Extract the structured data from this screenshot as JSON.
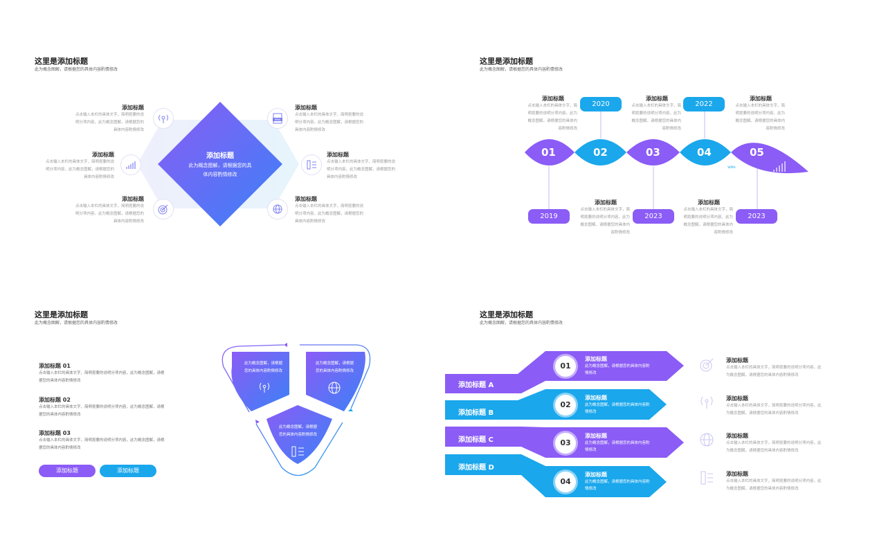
{
  "colors": {
    "purple": "#8b5cf6",
    "blue": "#1aa7ec",
    "violet_blue": "#6366f1",
    "light_text": "#9a9a9a"
  },
  "q1": {
    "title": "这里是添加标题",
    "subtitle": "此为概念图解，请根据您的具体内容酌情修改",
    "center": {
      "title": "添加标题",
      "text1": "此为概念图解，请根据您的具",
      "text2": "体内容酌情修改"
    },
    "items": [
      {
        "title": "添加标题",
        "icon": "antenna-icon",
        "lines": [
          "点击输入本栏的具体文字，简明扼要的说",
          "明分项内容，此为概念图解，请根据您的",
          "具体内容酌情修改"
        ]
      },
      {
        "title": "添加标题",
        "icon": "bar-chart-icon",
        "lines": [
          "点击输入本栏的具体文字，简明扼要的说",
          "明分项内容，此为概念图解，请根据您的",
          "具体内容酌情修改"
        ]
      },
      {
        "title": "添加标题",
        "icon": "target-icon",
        "lines": [
          "点击输入本栏的具体文字，简明扼要的说",
          "明分项内容，此为概念图解，请根据您的",
          "具体内容酌情修改"
        ]
      },
      {
        "title": "添加标题",
        "icon": "wma-file-icon",
        "lines": [
          "点击输入本栏的具体文字，简明扼要的说",
          "明分项内容，此为概念图解，请根据您的",
          "具体内容酌情修改"
        ]
      },
      {
        "title": "添加标题",
        "icon": "tower-icon",
        "lines": [
          "点击输入本栏的具体文字，简明扼要的说",
          "明分项内容，此为概念图解，请根据您的",
          "具体内容酌情修改"
        ]
      },
      {
        "title": "添加标题",
        "icon": "globe-icon",
        "lines": [
          "点击输入本栏的具体文字，简明扼要的说",
          "明分项内容，此为概念图解，请根据您的",
          "具体内容酌情修改"
        ]
      }
    ]
  },
  "q2": {
    "title": "这里是添加标题",
    "subtitle": "此为概念图解，请根据您的具体内容酌情修改",
    "numbers": [
      "01",
      "02",
      "03",
      "04",
      "05"
    ],
    "icons": [
      "antenna-icon",
      "target-icon",
      "globe-icon",
      "wma-file-icon",
      "bar-chart-icon"
    ],
    "years_top": [
      "2020",
      "2022"
    ],
    "years_bottom": [
      "2019",
      "2023",
      "2023"
    ],
    "text_title": "添加标题",
    "text_lines": [
      "点击输入本栏的具体文字，简",
      "明扼要的说明分项内容，此为",
      "概念图解，请根据您的具体内",
      "容酌情修改"
    ]
  },
  "q3": {
    "title": "这里是添加标题",
    "subtitle": "此为概念图解，请根据您的具体内容酌情修改",
    "items": [
      {
        "title": "添加标题 01",
        "lines": [
          "点击输入本栏的具体文字，简明扼要的说明分项内容，此为概念图解，请根",
          "据您的具体内容酌情修改"
        ]
      },
      {
        "title": "添加标题 02",
        "lines": [
          "点击输入本栏的具体文字，简明扼要的说明分项内容，此为概念图解，请根",
          "据您的具体内容酌情修改"
        ]
      },
      {
        "title": "添加标题 03",
        "lines": [
          "点击输入本栏的具体文字，简明扼要的说明分项内容，此为概念图解，请根",
          "据您的具体内容酌情修改"
        ]
      }
    ],
    "buttons": [
      "添加标题",
      "添加标题"
    ],
    "tri": {
      "left": [
        "此为概念图解，请根据",
        "您的具体内容酌情修改"
      ],
      "right": [
        "此为概念图解，请根据",
        "您的具体内容酌情修改"
      ],
      "bottom": [
        "此为概念图解，请根据",
        "您的具体内容酌情修改"
      ]
    }
  },
  "q4": {
    "title": "这里是添加标题",
    "subtitle": "此为概念图解，请根据您的具体内容酌情修改",
    "labels": [
      "添加标题 A",
      "添加标题 B",
      "添加标题 C",
      "添加标题 D"
    ],
    "numbers": [
      "01",
      "02",
      "03",
      "04"
    ],
    "arrow_title": "添加标题",
    "arrow_lines": [
      "此为概念图解，请根据您的具体内容酌",
      "情修改"
    ],
    "right_title": "添加标题",
    "right_lines": [
      "点击输入本栏的具体文字，简明扼要的说明分项内容，此",
      "为概念图解，请根据您的具体内容酌情修改"
    ],
    "right_icons": [
      "target-icon",
      "antenna-icon",
      "globe-icon",
      "tower-icon"
    ]
  }
}
